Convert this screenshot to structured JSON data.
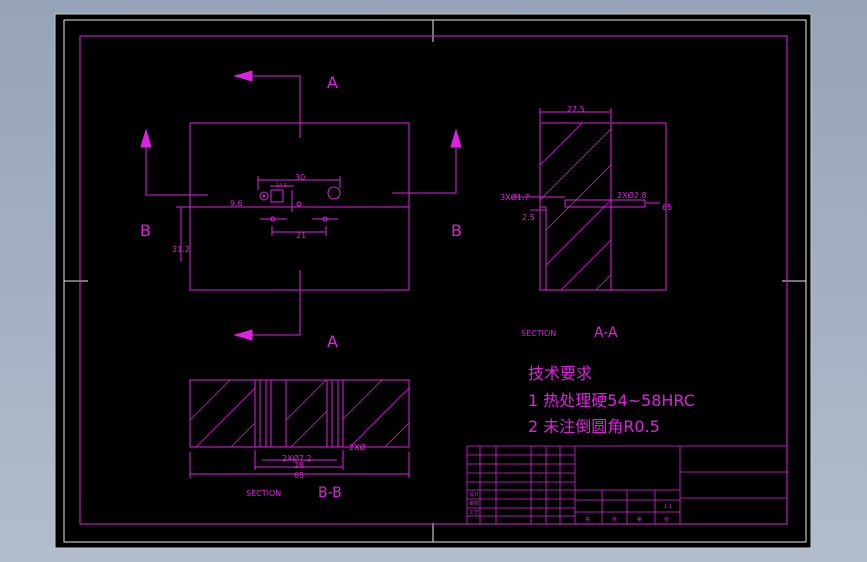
{
  "colors": {
    "background": "#96a3b8",
    "paper": "#000000",
    "line": "#e020e0",
    "border": "#e8e8e8"
  },
  "section_labels": {
    "a_top": "A",
    "a_bottom": "A",
    "b_left": "B",
    "b_right": "B",
    "section_word_aa": "SECTION",
    "section_aa": "A-A",
    "section_word_bb": "SECTION",
    "section_bb": "B-B"
  },
  "dimensions": {
    "d30": "30",
    "d14_5": "14.5",
    "d9_6": "9.6",
    "d31_2": "31.2",
    "d21": "21",
    "d27_5": "27.5",
    "d3x1_7": "3XØ1.7",
    "d2x2_8": "2XØ2.8",
    "d2_5": "2.5",
    "d65": "65",
    "d2x7_2": "2XØ7.2",
    "d28": "28",
    "d65b": "65",
    "d2x_small": "2XØ"
  },
  "notes": {
    "title": "技术要求",
    "line1": "1 热处理硬54~58HRC",
    "line2": "2 未注倒圆角R0.5"
  },
  "title_block": {
    "row1": [
      "设计",
      "审核",
      "工艺"
    ],
    "scale": "1:1",
    "bottom": [
      "共",
      "张",
      "第",
      "张"
    ]
  }
}
